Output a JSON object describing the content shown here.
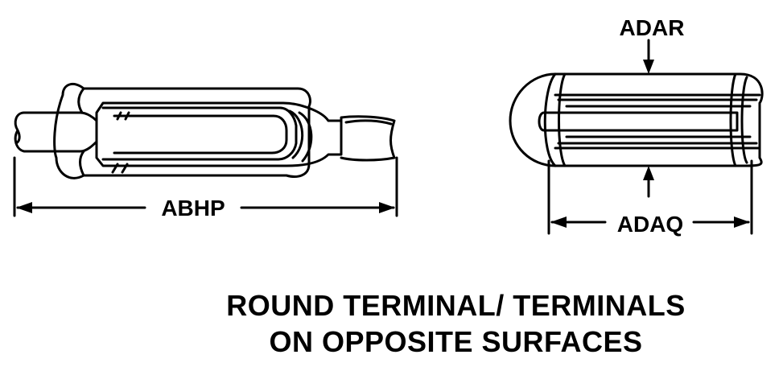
{
  "labels": {
    "left_length": "ABHP",
    "right_top": "ADAR",
    "right_length": "ADAQ"
  },
  "caption": {
    "line1": "ROUND TERMINAL/ TERMINALS",
    "line2": "ON OPPOSITE SURFACES"
  },
  "colors": {
    "ink": "#000000",
    "background": "#ffffff"
  }
}
